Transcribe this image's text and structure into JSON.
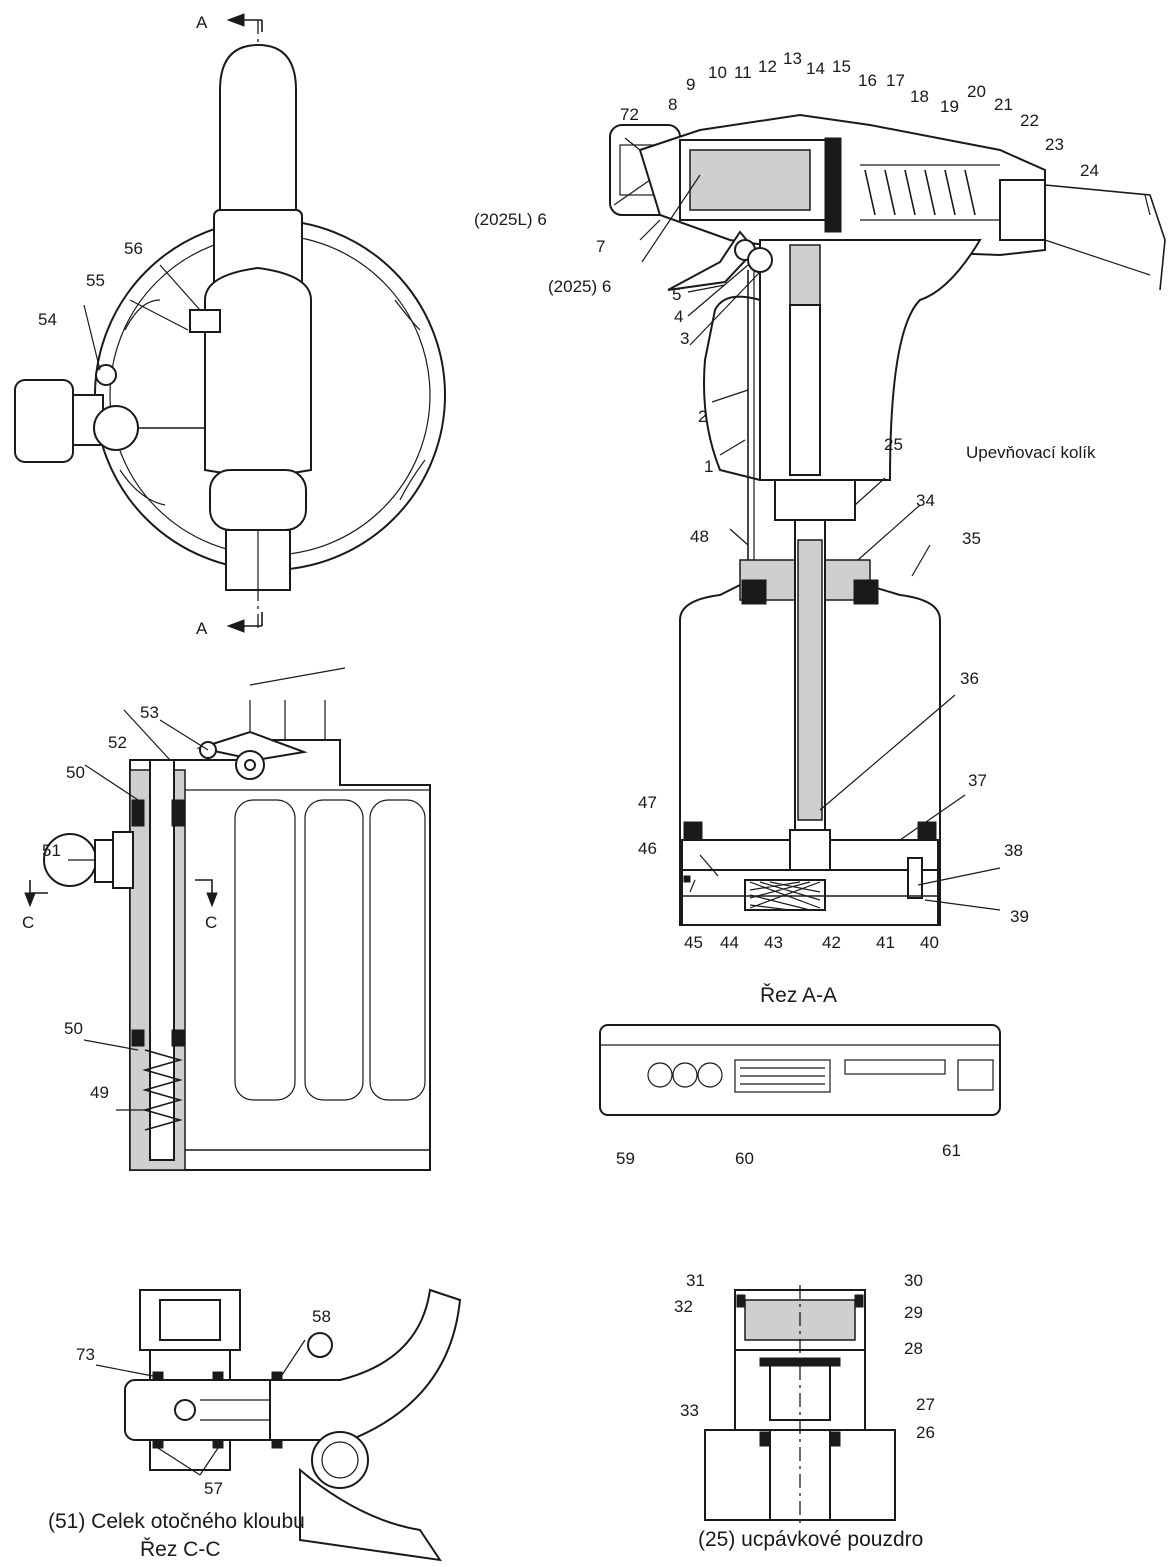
{
  "section_marks": {
    "a_top": "A",
    "a_bottom": "A",
    "c_left": "C",
    "c_right": "C"
  },
  "captions": {
    "section_aa": "Řez A-A",
    "pin": "Upevňovací kolík",
    "swivel_line1": "(51) Celek otočného kloubu",
    "swivel_line2": "Řez C-C",
    "gland": "(25) ucpávkové pouzdro"
  },
  "labels": {
    "p1": "1",
    "p2": "2",
    "p3": "3",
    "p4": "4",
    "p5": "5",
    "p6a": "(2025) 6",
    "p6b": "(2025L) 6",
    "p7": "7",
    "p8": "8",
    "p9": "9",
    "p10": "10",
    "p11": "11",
    "p12": "12",
    "p13": "13",
    "p14": "14",
    "p15": "15",
    "p16": "16",
    "p17": "17",
    "p18": "18",
    "p19": "19",
    "p20": "20",
    "p21": "21",
    "p22": "22",
    "p23": "23",
    "p24": "24",
    "p25": "25",
    "p26": "26",
    "p27": "27",
    "p28": "28",
    "p29": "29",
    "p30": "30",
    "p31": "31",
    "p32": "32",
    "p33": "33",
    "p34": "34",
    "p35": "35",
    "p36": "36",
    "p37": "37",
    "p38": "38",
    "p39": "39",
    "p40": "40",
    "p41": "41",
    "p42": "42",
    "p43": "43",
    "p44": "44",
    "p45": "45",
    "p46": "46",
    "p47": "47",
    "p48": "48",
    "p49": "49",
    "p50a": "50",
    "p50b": "50",
    "p51": "51",
    "p52": "52",
    "p53": "53",
    "p54": "54",
    "p55": "55",
    "p56": "56",
    "p57": "57",
    "p58": "58",
    "p59": "59",
    "p60": "60",
    "p61": "61",
    "p72": "72",
    "p73": "73"
  }
}
